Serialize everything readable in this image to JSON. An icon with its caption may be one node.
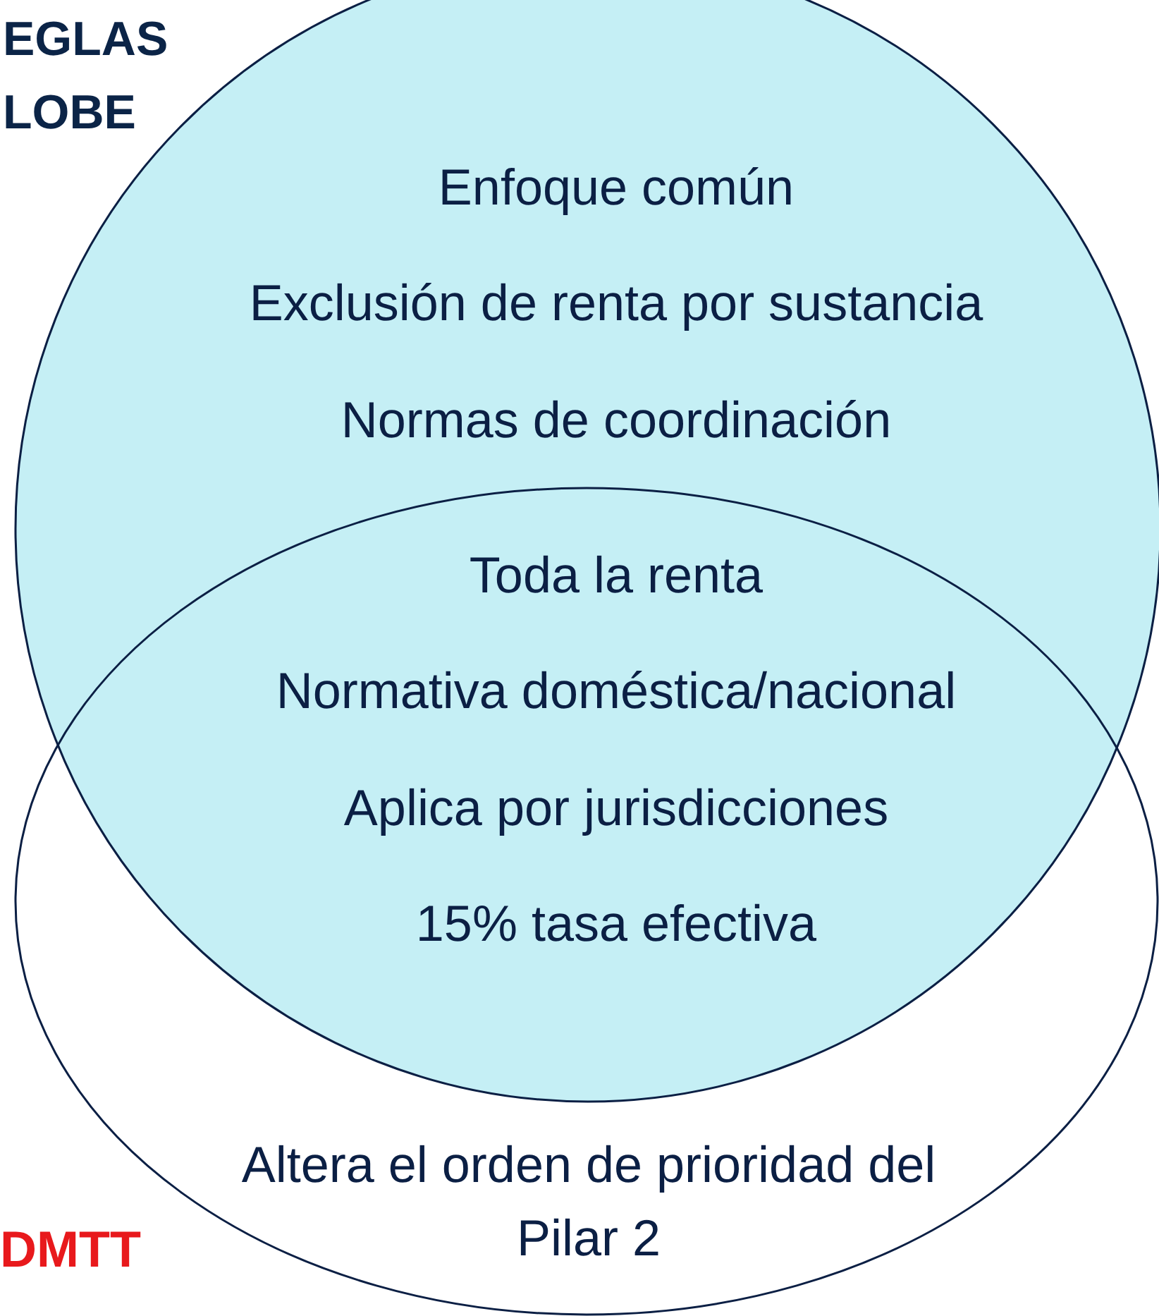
{
  "diagram": {
    "nodes": [
      {
        "text": [
          "EGLAS LOBE",
          "Enfoque común",
          "Exclusión de renta por sustancia",
          "Normas de coordinación"
        ]
      },
      {
        "text": [
          "DMTT",
          "Altera el orden de prioridad del Pilar 2"
        ]
      }
    ],
    "labels": [
      "Toda la renta",
      "Normativa doméstica/nacional",
      "Aplica por jurisdicciones",
      "15% tasa efectiva"
    ]
  }
}
